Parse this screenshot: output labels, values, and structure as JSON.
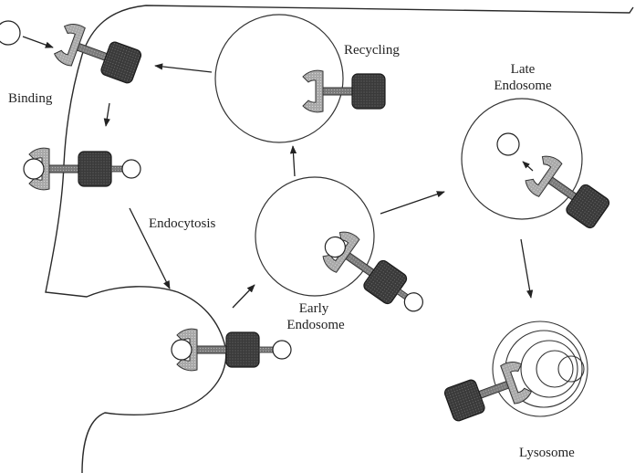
{
  "labels": {
    "binding": "Binding",
    "recycling": "Recycling",
    "late_endosome_line1": "Late",
    "late_endosome_line2": "Endosome",
    "endocytosis": "Endocytosis",
    "early_endosome_line1": "Early",
    "early_endosome_line2": "Endosome",
    "lysosome": "Lysosome"
  },
  "colors": {
    "cell_outline": "#2a2a2a",
    "receptor_body": "#3a3a3a",
    "receptor_stalk": "#6e6e6e",
    "cup": "#9a9a9a",
    "ligand": "#ffffff",
    "vesicle_stroke": "#333333"
  }
}
